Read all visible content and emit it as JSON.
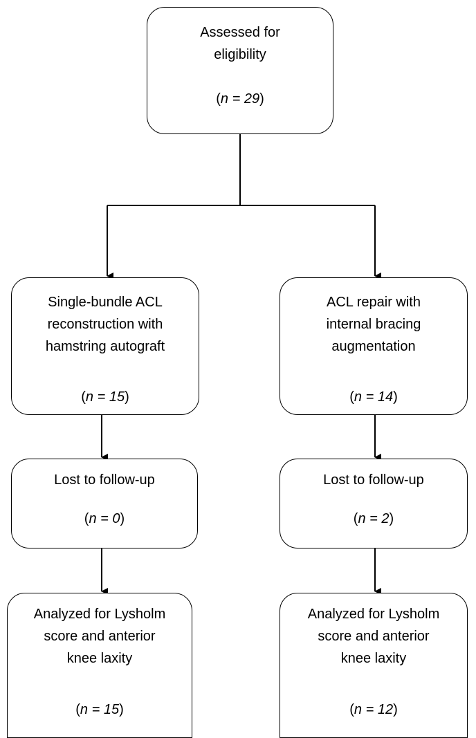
{
  "colors": {
    "line": "#000000",
    "box_border": "#000000",
    "box_fill": "#ffffff",
    "text": "#000000"
  },
  "boxes": {
    "eligibility": {
      "lines": [
        "Assessed for",
        "eligibility"
      ],
      "count_prefix": "(",
      "count_var": "n = 29",
      "count_suffix": ")"
    },
    "left_group": {
      "lines": [
        "Single-bundle ACL",
        "reconstruction with",
        "hamstring autograft"
      ],
      "count_prefix": "(",
      "count_var": "n = 15",
      "count_suffix": ")"
    },
    "right_group": {
      "lines": [
        "ACL repair with",
        "internal bracing",
        "augmentation"
      ],
      "count_prefix": "(",
      "count_var": "n = 14",
      "count_suffix": ")"
    },
    "left_lost": {
      "lines": [
        "Lost to follow-up"
      ],
      "count_prefix": "(",
      "count_var": "n = 0",
      "count_suffix": ")"
    },
    "right_lost": {
      "lines": [
        "Lost to follow-up"
      ],
      "count_prefix": "(",
      "count_var": "n = 2",
      "count_suffix": ")"
    },
    "left_analyzed": {
      "lines": [
        "Analyzed for Lysholm",
        "score and anterior",
        "knee laxity"
      ],
      "count_prefix": "(",
      "count_var": "n = 15",
      "count_suffix": ")"
    },
    "right_analyzed": {
      "lines": [
        "Analyzed for Lysholm",
        "score and anterior",
        "knee laxity"
      ],
      "count_prefix": "(",
      "count_var": "n = 12",
      "count_suffix": ")"
    }
  }
}
